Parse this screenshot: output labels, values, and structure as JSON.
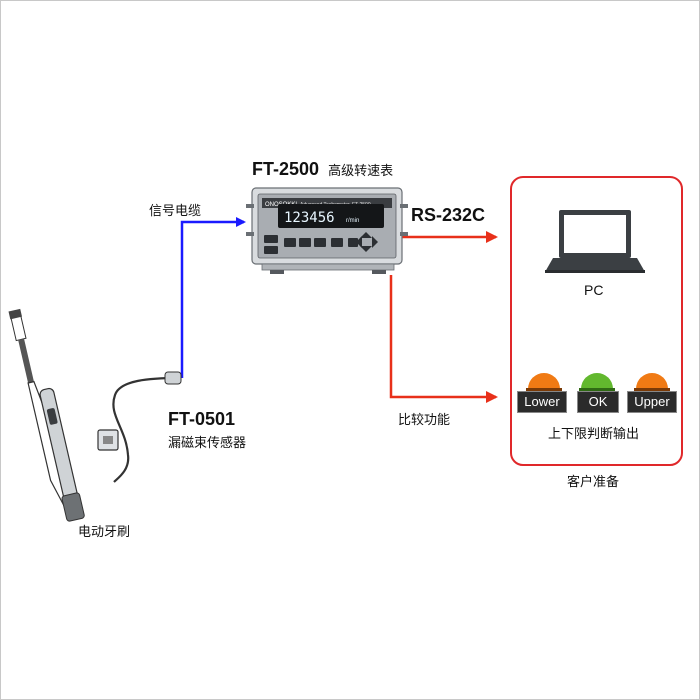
{
  "meter": {
    "model": "FT-2500",
    "subtitle": "高级转速表",
    "display": "123456",
    "unit": "r/min",
    "brand": "ONOSOKKI",
    "panel_text": "Advanced Tachometer",
    "panel_model": "FT-2500"
  },
  "sensor": {
    "model": "FT-0501",
    "name": "漏磁束传感器"
  },
  "device": {
    "name": "电动牙刷"
  },
  "signal_cable": "信号电缆",
  "serial": "RS-232C",
  "compare": "比较功能",
  "pc": "PC",
  "judge": {
    "lower": "Lower",
    "ok": "OK",
    "upper": "Upper",
    "caption": "上下限判断输出"
  },
  "customer": "客户准备",
  "colors": {
    "signal": "#1a1aff",
    "output": "#e8301a",
    "box": "#e0282a",
    "lamp_lower": "#f07a14",
    "lamp_ok": "#62b82e",
    "lamp_upper": "#f07a14"
  }
}
